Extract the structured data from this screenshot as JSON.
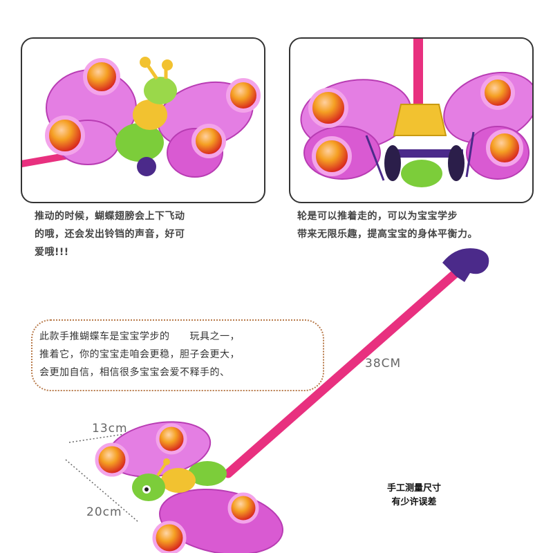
{
  "captions": {
    "left": [
      "推动的时候，蝴蝶翅膀会上下飞动",
      "的哦，还会发出铃铛的声音，好可",
      "爱哦!!!"
    ],
    "right": [
      "轮是可以推着走的，可以为宝宝学步",
      "带来无限乐趣，提高宝宝的身体平衡力。"
    ]
  },
  "promo": [
    "此款手推蝴蝶车是宝宝学步的　　玩具之一，",
    "推着它，你的宝宝走咱会更稳，胆子会更大，",
    "会更加自信，相信很多宝宝会爱不释手的、"
  ],
  "measurements": {
    "length": "38CM",
    "width": "13cm",
    "height": "20cm"
  },
  "note": [
    "手工测量尺寸",
    "有少许误差"
  ],
  "colors": {
    "wing": "#d95ad2",
    "handle": "#e8307f",
    "body_green": "#7ccd3a",
    "body_yellow": "#f2c230",
    "grip": "#4b2a8a",
    "ball_red": "#e8362e",
    "ball_orange": "#f5a023"
  }
}
